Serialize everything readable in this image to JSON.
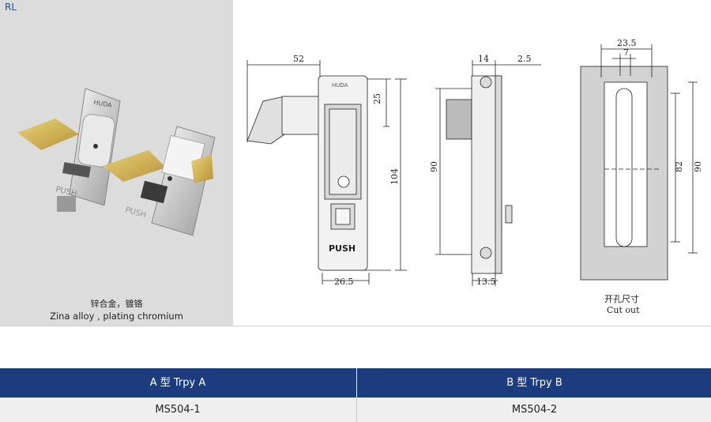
{
  "corner_label": "RL",
  "caption": {
    "material_cn": "锌合金，镀铬",
    "material_en": "Zina alloy , plating chromium"
  },
  "product_marks": {
    "brand": "HUDA",
    "button": "PUSH"
  },
  "front_view": {
    "dim_width_top": "52",
    "dim_handle": "25",
    "dim_height": "104",
    "dim_width_bottom": "26.5"
  },
  "side_view": {
    "dim_depth": "14",
    "dim_offset": "2.5",
    "dim_height": "90",
    "dim_bottom": "13.5"
  },
  "cutout": {
    "dim_width": "23.5",
    "dim_slot": "7",
    "dim_inner_height": "82",
    "dim_outer_height": "90",
    "label_cn": "开孔尺寸",
    "label_en": "Cut out"
  },
  "table": {
    "headers": [
      "A 型  Trpy A",
      "B 型  Trpy B"
    ],
    "models": [
      "MS504-1",
      "MS504-2"
    ]
  }
}
